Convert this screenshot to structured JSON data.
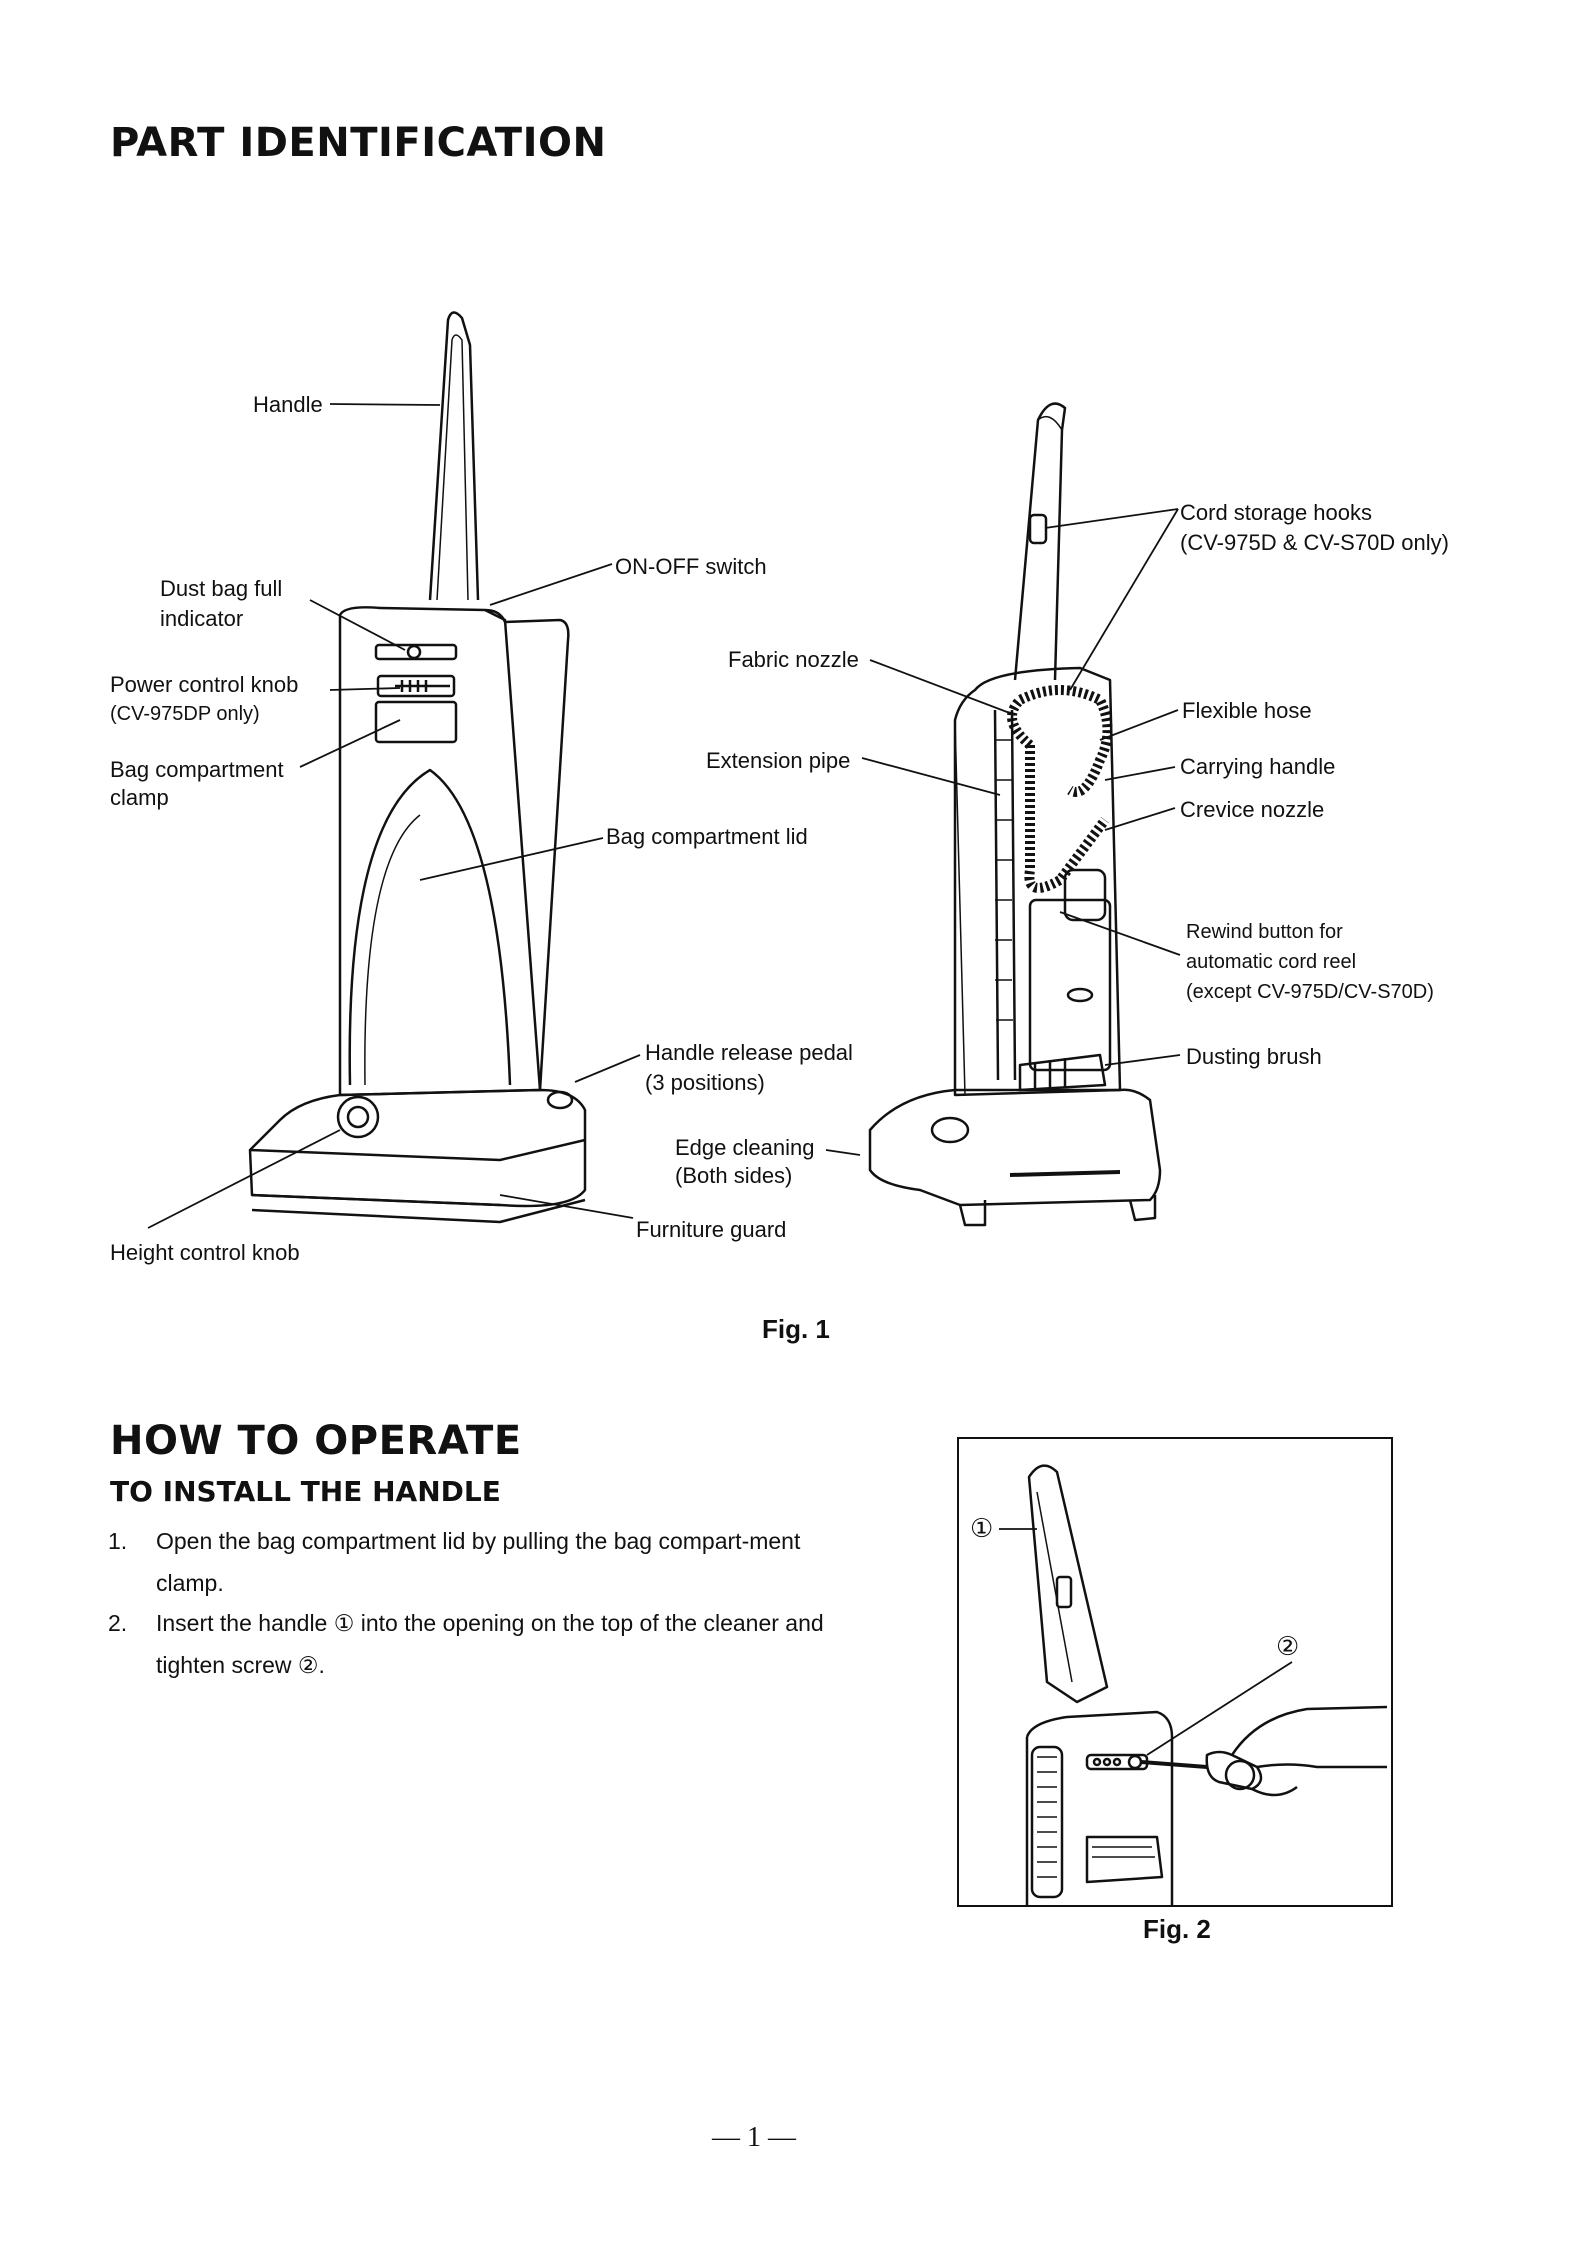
{
  "section1": {
    "title": "PART IDENTIFICATION"
  },
  "fig1": {
    "caption": "Fig. 1",
    "labels": {
      "handle": "Handle",
      "dust_bag_1": "Dust bag full",
      "dust_bag_2": "indicator",
      "power_knob_1": "Power control knob",
      "power_knob_2": "(CV-975DP only)",
      "bag_clamp_1": "Bag compartment",
      "bag_clamp_2": "clamp",
      "on_off": "ON-OFF switch",
      "fabric_nozzle": "Fabric nozzle",
      "extension_pipe": "Extension pipe",
      "bag_lid": "Bag compartment lid",
      "release_pedal_1": "Handle release pedal",
      "release_pedal_2": "(3 positions)",
      "edge_cleaning_1": "Edge cleaning",
      "edge_cleaning_2": "(Both sides)",
      "furniture_guard": "Furniture guard",
      "height_knob": "Height control knob",
      "cord_hooks_1": "Cord storage hooks",
      "cord_hooks_2": "(CV-975D & CV-S70D only)",
      "flexible_hose": "Flexible hose",
      "carrying_handle": "Carrying handle",
      "crevice_nozzle": "Crevice nozzle",
      "rewind_1": "Rewind button for",
      "rewind_2": "automatic cord reel",
      "rewind_3": "(except CV-975D/CV-S70D)",
      "dusting_brush": "Dusting brush"
    }
  },
  "section2": {
    "title": "HOW TO OPERATE",
    "subtitle": "TO INSTALL THE HANDLE",
    "steps": [
      {
        "num": "1.",
        "text": "Open the bag compartment lid by pulling the bag compart-ment clamp."
      },
      {
        "num": "2.",
        "text": "Insert the handle ① into the opening on the top of the cleaner and tighten screw ②."
      }
    ]
  },
  "fig2": {
    "caption": "Fig. 2",
    "callout1": "①",
    "callout2": "②"
  },
  "page_number": "— 1 —"
}
